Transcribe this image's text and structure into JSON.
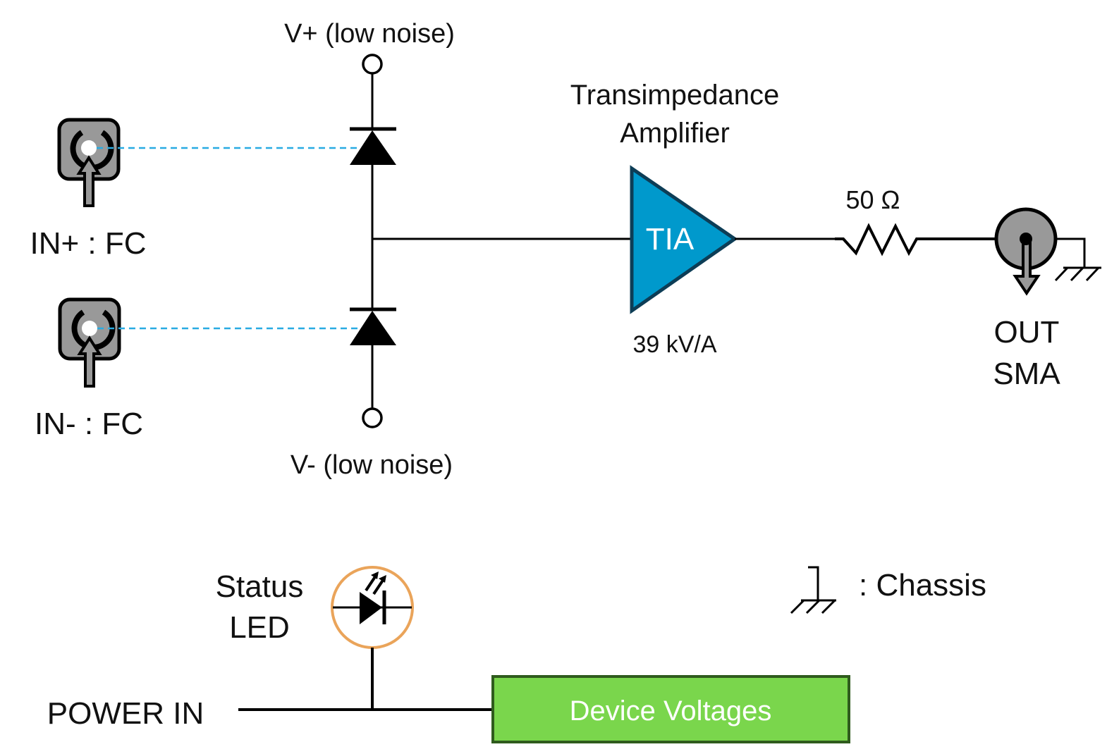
{
  "title": "Balanced photodetector block diagram",
  "colors": {
    "wire": "#000000",
    "fiber": "#29abe2",
    "connector_fill": "#999999",
    "tia_fill": "#0099cc",
    "tia_border": "#0d3d56",
    "led_ring": "#eaa45a",
    "box_fill": "#7ad64c",
    "box_border": "#2f5b1d"
  },
  "inputs": [
    {
      "label": "IN+ : FC",
      "type": "FC fiber connector"
    },
    {
      "label": "IN- : FC",
      "type": "FC fiber connector"
    }
  ],
  "supplies": {
    "positive": "V+ (low noise)",
    "negative": "V- (low noise)"
  },
  "amplifier": {
    "title_line1": "Transimpedance",
    "title_line2": "Amplifier",
    "symbol_label": "TIA",
    "gain": "39 kV/A"
  },
  "resistor": {
    "label": "50 Ω"
  },
  "output": {
    "line1": "OUT",
    "line2": "SMA"
  },
  "legend": {
    "chassis_label": ": Chassis"
  },
  "status": {
    "line1": "Status",
    "line2": "LED"
  },
  "power": {
    "input_label": "POWER IN",
    "box_label": "Device Voltages"
  }
}
